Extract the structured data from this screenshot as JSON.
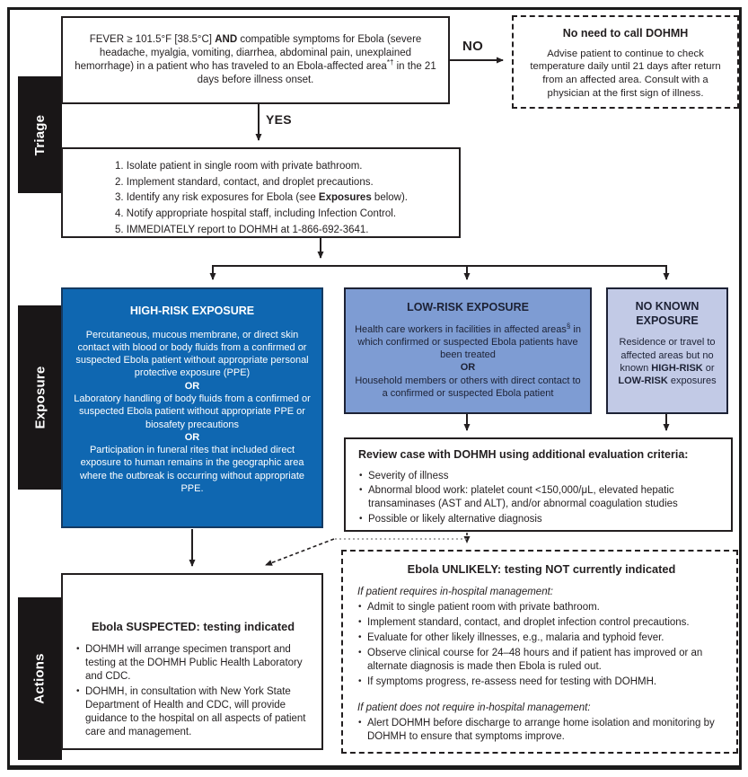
{
  "palette": {
    "ink": "#231f20",
    "high_risk_fill": "#0f67b1",
    "high_risk_border": "#143a62",
    "low_risk_fill": "#7e9cd3",
    "no_known_fill": "#c2cae6",
    "dark_navy_border": "#1d2235",
    "section_tab_bg": "#191617",
    "dotted_gray": "#909090"
  },
  "sections": {
    "triage": "Triage",
    "exposure": "Exposure",
    "actions": "Actions"
  },
  "labels": {
    "yes": "YES",
    "no": "NO"
  },
  "fever_box": {
    "pre": "FEVER ≥ 101.5°F [38.5°C] ",
    "bold": "AND",
    "mid": " compatible symptoms for Ebola (severe headache, myalgia, vomiting, diarrhea, abdominal pain, unexplained hemorrhage) in a patient who has traveled to an Ebola-affected area",
    "sup": "*†",
    "post": " in the 21 days before illness onset."
  },
  "no_call_box": {
    "title": "No need to call DOHMH",
    "body": "Advise patient to continue to check temperature daily until 21 days after return from an affected area. Consult with a physician at the first sign of illness."
  },
  "triage_box": {
    "items": [
      {
        "text": "1. Isolate patient in single room with private bathroom."
      },
      {
        "text": "2. Implement standard, contact, and droplet precautions."
      },
      {
        "pre": "3. Identify any risk exposures for Ebola (see ",
        "bold": "Exposures",
        "post": " below)."
      },
      {
        "text": "4. Notify appropriate hospital staff, including Infection Control."
      },
      {
        "text": "5. IMMEDIATELY report to DOHMH at 1-866-692-3641."
      }
    ]
  },
  "high_risk": {
    "title": "HIGH-RISK EXPOSURE",
    "p1": "Percutaneous, mucous membrane, or direct skin contact with blood or body fluids from a confirmed or suspected Ebola patient without appropriate personal protective exposure (PPE)",
    "or": "OR",
    "p2": "Laboratory handling of body fluids from a confirmed or suspected Ebola patient without appropriate PPE or biosafety precautions",
    "p3": "Participation in funeral rites that included direct exposure to human remains in the geographic area where the outbreak is occurring without appropriate PPE."
  },
  "low_risk": {
    "title": "LOW-RISK EXPOSURE",
    "p1_main": "Health care workers in facilities in affected areas",
    "p1_sup": "§",
    "p1_rest": " in which confirmed or suspected Ebola patients have been treated",
    "or": "OR",
    "p2": "Household members or others with direct contact to a confirmed or suspected Ebola patient"
  },
  "no_known": {
    "title": "NO KNOWN EXPOSURE",
    "b1": "Residence or travel to affected areas but no known ",
    "b2": "HIGH-RISK",
    "b3": " or ",
    "b4": "LOW-RISK",
    "b5": " exposures"
  },
  "review": {
    "title": "Review case with DOHMH using additional evaluation criteria:",
    "bullets": [
      "Severity of illness",
      "Abnormal blood work: platelet count <150,000/μL, elevated hepatic transaminases (AST and ALT), and/or abnormal coagulation studies",
      "Possible or likely alternative diagnosis"
    ]
  },
  "suspected": {
    "title": "Ebola SUSPECTED: testing indicated",
    "bullets": [
      "DOHMH will arrange specimen transport and testing at the DOHMH Public Health Laboratory and CDC.",
      "DOHMH, in consultation with New York State Department of Health and CDC, will provide guidance to the hospital on all aspects of patient care and management."
    ]
  },
  "unlikely": {
    "title": "Ebola UNLIKELY: testing NOT currently indicated",
    "intro1": "If patient requires in-hospital management:",
    "bullets1": [
      "Admit to single patient room with private bathroom.",
      "Implement standard, contact, and droplet infection control precautions.",
      "Evaluate for other likely illnesses, e.g., malaria and typhoid fever.",
      "Observe clinical course for 24–48 hours and if patient has improved or an alternate diagnosis is made then Ebola is ruled out.",
      "If symptoms progress, re-assess need for testing with DOHMH."
    ],
    "intro2": "If patient does not require in-hospital management:",
    "bullets2": [
      "Alert DOHMH before discharge to arrange home isolation and monitoring by DOHMH to ensure that symptoms improve."
    ]
  }
}
